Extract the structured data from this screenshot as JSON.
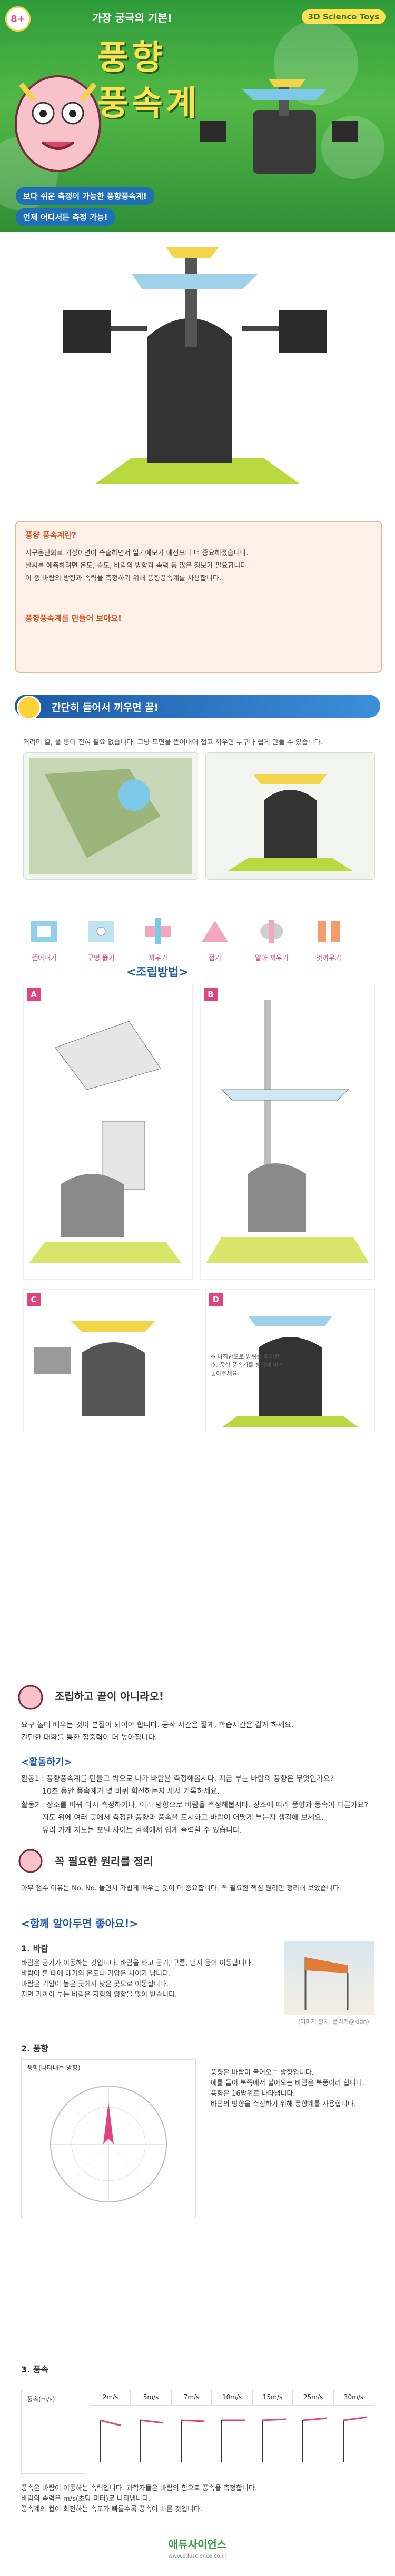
{
  "hero": {
    "age": "8+",
    "subtitle": "가장 궁극의 기본!",
    "title_line1": "풍향",
    "title_line2": "풍속계",
    "brand": "3D Science Toys",
    "bullets": [
      "보다 쉬운 측정이 가능한 풍향풍속계!",
      "언제 어디서든 측정 가능!"
    ]
  },
  "info": {
    "title": "풍향 풍속계란?",
    "lines": [
      "지구온난화로 기상이변이 속출하면서 일기예보가 예전보다 더 중요해졌습니다.",
      "날씨를 예측하려면 온도, 습도, 바람의 방향과 속력 등 많은 정보가 필요합니다.",
      "이 중 바람의 방향과 속력을 측정하기 위해 풍향풍속계를 사용합니다."
    ],
    "sub_title": "풍향풍속계를 만들어 보아요!"
  },
  "section1": {
    "header": "간단히 들어서 끼우면 끝!",
    "note": "거려미 칼, 풀 등이 전혀 필요 없습니다. 그냥 도면을 뜯어내어 접고 끼우면 누구나 쉽게 만들 수 있습니다.",
    "methods": [
      "뜯어내기",
      "구멍 뚫기",
      "끼우기",
      "접기",
      "말아 끼우기",
      "엇끼우기"
    ],
    "steps_title": "<조립방법>",
    "step_tags": [
      "A",
      "B",
      "C",
      "D"
    ],
    "side_note": "※ 나침반으로 방위를 확인한 후, 풍향 풍속계를 방향에 맞게 놓아주세요."
  },
  "section2": {
    "header": "조립하고 끝이 아니라오!",
    "line1": "요구 놀며 배우는 것이 본질이 되어야 합니다. 공작 시간은 짧게, 학습시간은 길게 하세요.",
    "line2": "간단한 대화를 통한 집중력이 더 높아집니다.",
    "activity_title": "<활동하기>",
    "activities": [
      "활동1 : 풍향풍속계를 만들고 밖으로 나가 바람을 측정해봅시다. 지금 부는 바람의 풍향은 무엇인가요?",
      "10초 동안 풍속계가 몇 바퀴 회전하는지 세서 기록하세요.",
      "활동2 : 장소를 바꿔 다시 측정하기나, 여러 방향으로 바람을 측정해봅시다. 장소에 따라 풍향과 풍속이 다른가요?",
      "지도 위에 여러 곳에서 측정한 풍향과 풍속을 표시하고 바람이 어떻게 부는지 생각해 보세요.",
      "유리 가게 지도는 포털 사이트 검색에서 쉽게 출력할 수 있습니다."
    ]
  },
  "section3": {
    "header": "꼭 필요한 원리를 정리",
    "intro": "아무 점수 이유는 No, No. 놀면서 가볍게 배우는 것이 더 중요합니다. 꼭 필요한 핵심 원리만 정리해 보았습니다.",
    "learn_title": "<함께 알아두면 좋아요!>",
    "wind_title": "1. 바람",
    "wind_text": [
      "바람은 공기가 이동하는 것입니다. 바람을 타고 공기, 구름, 먼지 등이 이동합니다.",
      "바람이 불 때에 대기의 온도나 기압은 차이가 납니다.",
      "바람은 기압이 높은 곳에서 낮은 곳으로 이동합니다.",
      "지면 가까이 부는 바람은 지형의 영향을 많이 받습니다."
    ],
    "photo_caption": "(이미지 출처: 플리커@kidn)",
    "dir_title": "2. 풍향",
    "dir_chart_title": "풍향(나타내는 방향)",
    "dir_text": [
      "풍향은 바람이 불어오는 방향입니다.",
      "예를 들어 북쪽에서 불어오는 바람은 북풍이라 합니다.",
      "풍향은 16방위로 나타냅니다.",
      "바람의 방향을 측정하기 위해 풍향계를 사용합니다."
    ],
    "speed_title": "3. 풍속",
    "speed_label": "풍속(m/s)",
    "speed_cols": [
      "2m/s",
      "5m/s",
      "7m/s",
      "10m/s",
      "15m/s",
      "25m/s",
      "30m/s"
    ],
    "speed_text": [
      "풍속은 바람이 이동하는 속력입니다. 과학자들은 바람의 힘으로 풍속을 측정합니다.",
      "바람의 속력은 m/s(초당 미터)로 나타냅니다.",
      "풍속계의 컵이 회전하는 속도가 빠를수록 풍속이 빠른 것입니다."
    ],
    "logo": "애듀사이언스",
    "footer": "www.eduscience.co.kr"
  },
  "colors": {
    "primary_green": "#2f9c3a",
    "accent_yellow": "#ffe14f",
    "header_blue": "#1d5aa8",
    "accent_pink": "#e0437e"
  }
}
